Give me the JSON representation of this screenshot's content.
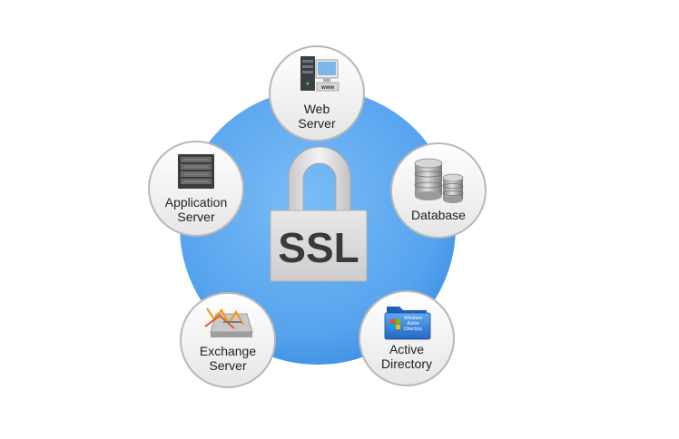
{
  "diagram": {
    "center_label": "SSL",
    "colors": {
      "disc": "#5aa6ef",
      "disc_edge": "#3b8be0",
      "lock": "#d9d9d9",
      "node_fill": "#f2f2f2",
      "node_border": "#b5b5b5"
    },
    "nodes": [
      {
        "id": "web-server",
        "line1": "Web",
        "line2": "Server",
        "icon": "web-server-icon"
      },
      {
        "id": "database",
        "line1": "Database",
        "line2": "",
        "icon": "database-icon"
      },
      {
        "id": "active-directory",
        "line1": "Active",
        "line2": "Directory",
        "icon": "active-directory-folder-icon",
        "icon_text": [
          "Windows",
          "Active",
          "Directory"
        ]
      },
      {
        "id": "exchange-server",
        "line1": "Exchange",
        "line2": "Server",
        "icon": "exchange-server-icon"
      },
      {
        "id": "application-server",
        "line1": "Application",
        "line2": "Server",
        "icon": "server-rack-icon"
      }
    ],
    "web_icon_text": "www"
  }
}
